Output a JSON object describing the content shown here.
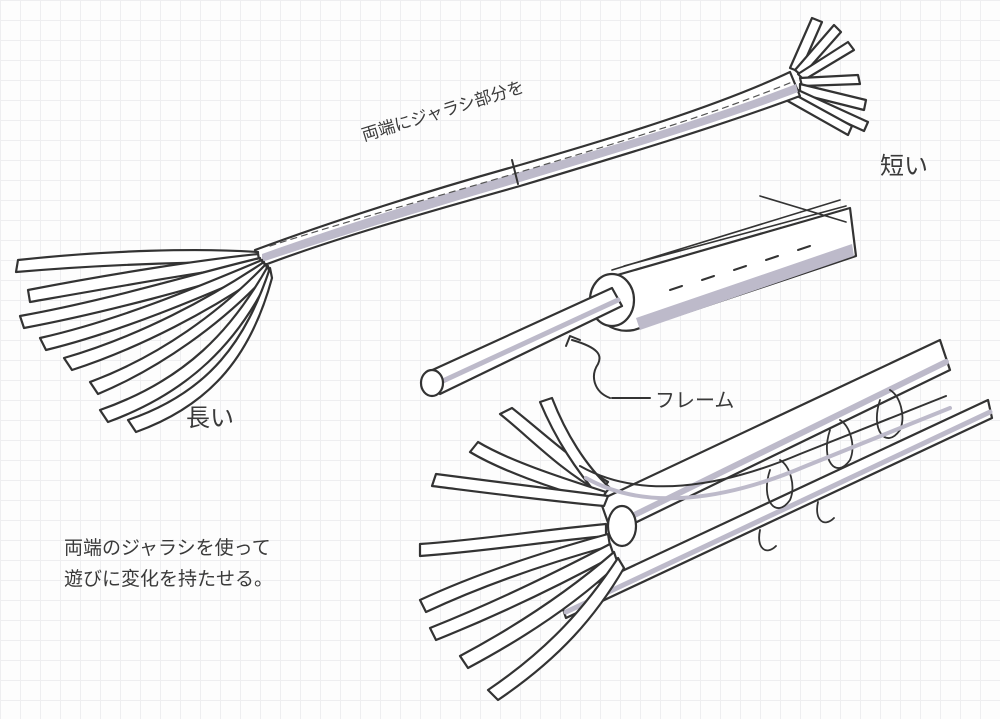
{
  "labels": {
    "top": "両端にジャラシ部分を",
    "short": "短い",
    "long": "長い",
    "frame": "フレーム"
  },
  "caption": {
    "line1": "両端のジャラシを使って",
    "line2": "遊びに変化を持たせる。"
  },
  "colors": {
    "ink": "#333333",
    "shade": "#b9b6c6",
    "paper": "#ffffff",
    "grid": "#eeeef0"
  }
}
